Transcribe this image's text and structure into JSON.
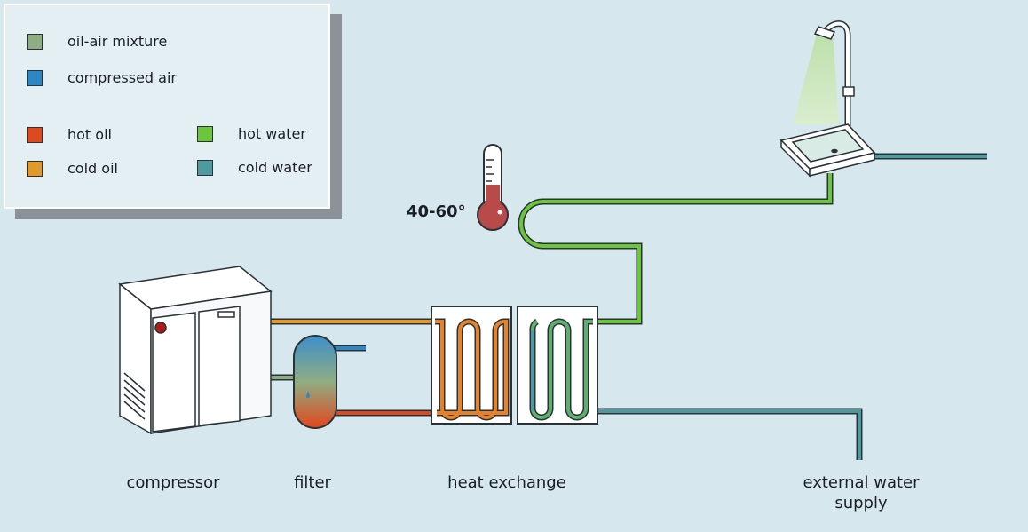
{
  "legend": {
    "items": [
      {
        "label": "oil-air mixture",
        "color": "#8fad82"
      },
      {
        "label": "compressed air",
        "color": "#2f86c3"
      },
      {
        "label": "hot oil",
        "color": "#de4a1f"
      },
      {
        "label": "cold oil",
        "color": "#e19a2a"
      },
      {
        "label": "hot water",
        "color": "#6cc63a"
      },
      {
        "label": "cold water",
        "color": "#4f9aa0"
      }
    ]
  },
  "thermometer": {
    "label": "40-60°"
  },
  "captions": {
    "compressor": "compressor",
    "filter": "filter",
    "heat_exchange": "heat exchange",
    "water_supply": "external water\nsupply"
  },
  "icons": [
    "compressor-icon",
    "filter-tank-icon",
    "heat-exchanger-icon",
    "thermometer-icon",
    "shower-icon",
    "sink-icon"
  ]
}
